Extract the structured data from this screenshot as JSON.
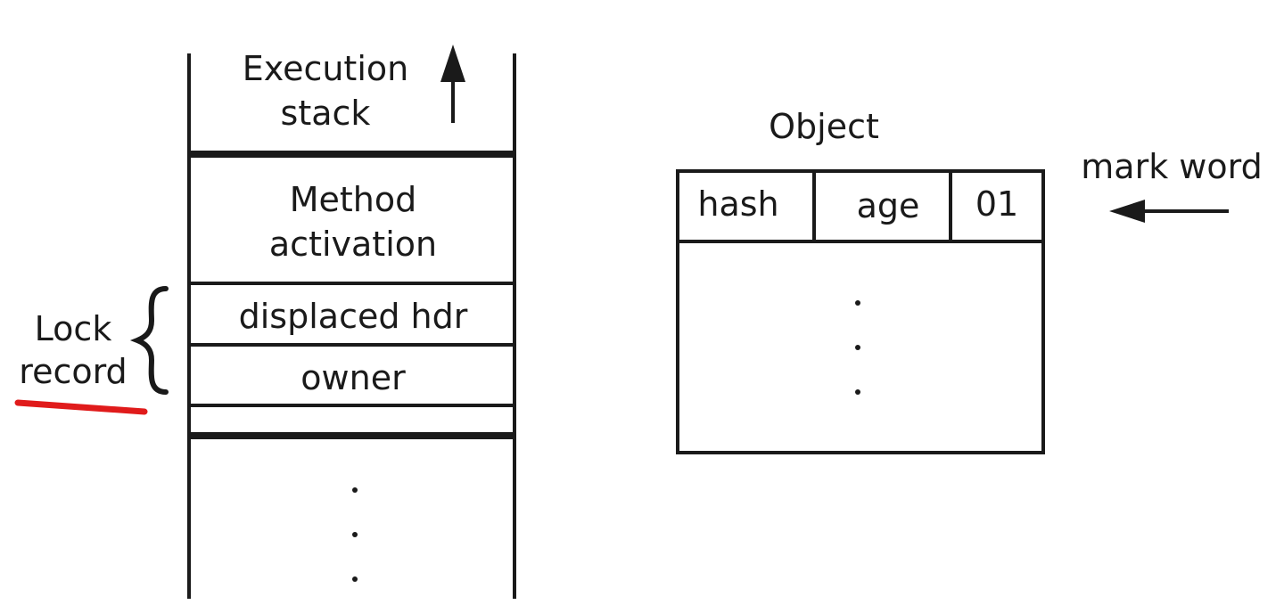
{
  "stack": {
    "execution_line1": "Execution",
    "execution_line2": "stack",
    "method_line1": "Method",
    "method_line2": "activation",
    "displaced_hdr": "displaced hdr",
    "owner": "owner",
    "continuation": "⋮"
  },
  "lock_record": {
    "line1": "Lock",
    "line2": "record",
    "brace": "{",
    "underline_color": "#e01b1b"
  },
  "object": {
    "title": "Object",
    "header_cells": [
      "hash",
      "age",
      "01"
    ],
    "body_continuation": "⋮"
  },
  "mark_word": {
    "label": "mark word"
  }
}
